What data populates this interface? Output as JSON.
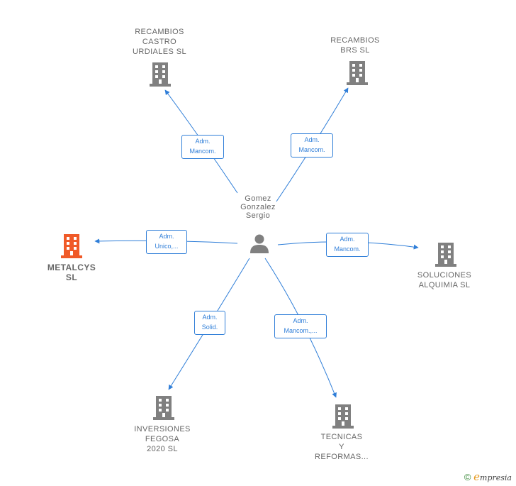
{
  "center": {
    "name": "Gomez\nGonzalez\nSergio",
    "icon": "person-icon"
  },
  "companies": [
    {
      "id": "recambios-castro",
      "name": "RECAMBIOS\nCASTRO\nURDIALES  SL",
      "color": "#808080",
      "icon": "building-icon"
    },
    {
      "id": "recambios-brs",
      "name": "RECAMBIOS\nBRS  SL",
      "color": "#808080",
      "icon": "building-icon"
    },
    {
      "id": "metalcys",
      "name": "METALCYS\nSL",
      "color": "#f05a28",
      "icon": "building-icon",
      "highlighted": true
    },
    {
      "id": "soluciones-alquimia",
      "name": "SOLUCIONES\nALQUIMIA  SL",
      "color": "#808080",
      "icon": "building-icon"
    },
    {
      "id": "inversiones-fegosa",
      "name": "INVERSIONES\nFEGOSA\n2020  SL",
      "color": "#808080",
      "icon": "building-icon"
    },
    {
      "id": "tecnicas-reformas",
      "name": "TECNICAS\nY\nREFORMAS...",
      "color": "#808080",
      "icon": "building-icon"
    }
  ],
  "relations": [
    {
      "target": "recambios-castro",
      "label": "Adm.\nMancom."
    },
    {
      "target": "recambios-brs",
      "label": "Adm.\nMancom."
    },
    {
      "target": "metalcys",
      "label": "Adm.\nUnico,..."
    },
    {
      "target": "soluciones-alquimia",
      "label": "Adm.\nMancom."
    },
    {
      "target": "inversiones-fegosa",
      "label": "Adm.\nSolid."
    },
    {
      "target": "tecnicas-reformas",
      "label": "Adm.\nMancom.,..."
    }
  ],
  "edge_color": "#2f7ed8",
  "footer": {
    "symbol": "©",
    "brand_initial": "e",
    "brand_rest": "mpresia"
  }
}
